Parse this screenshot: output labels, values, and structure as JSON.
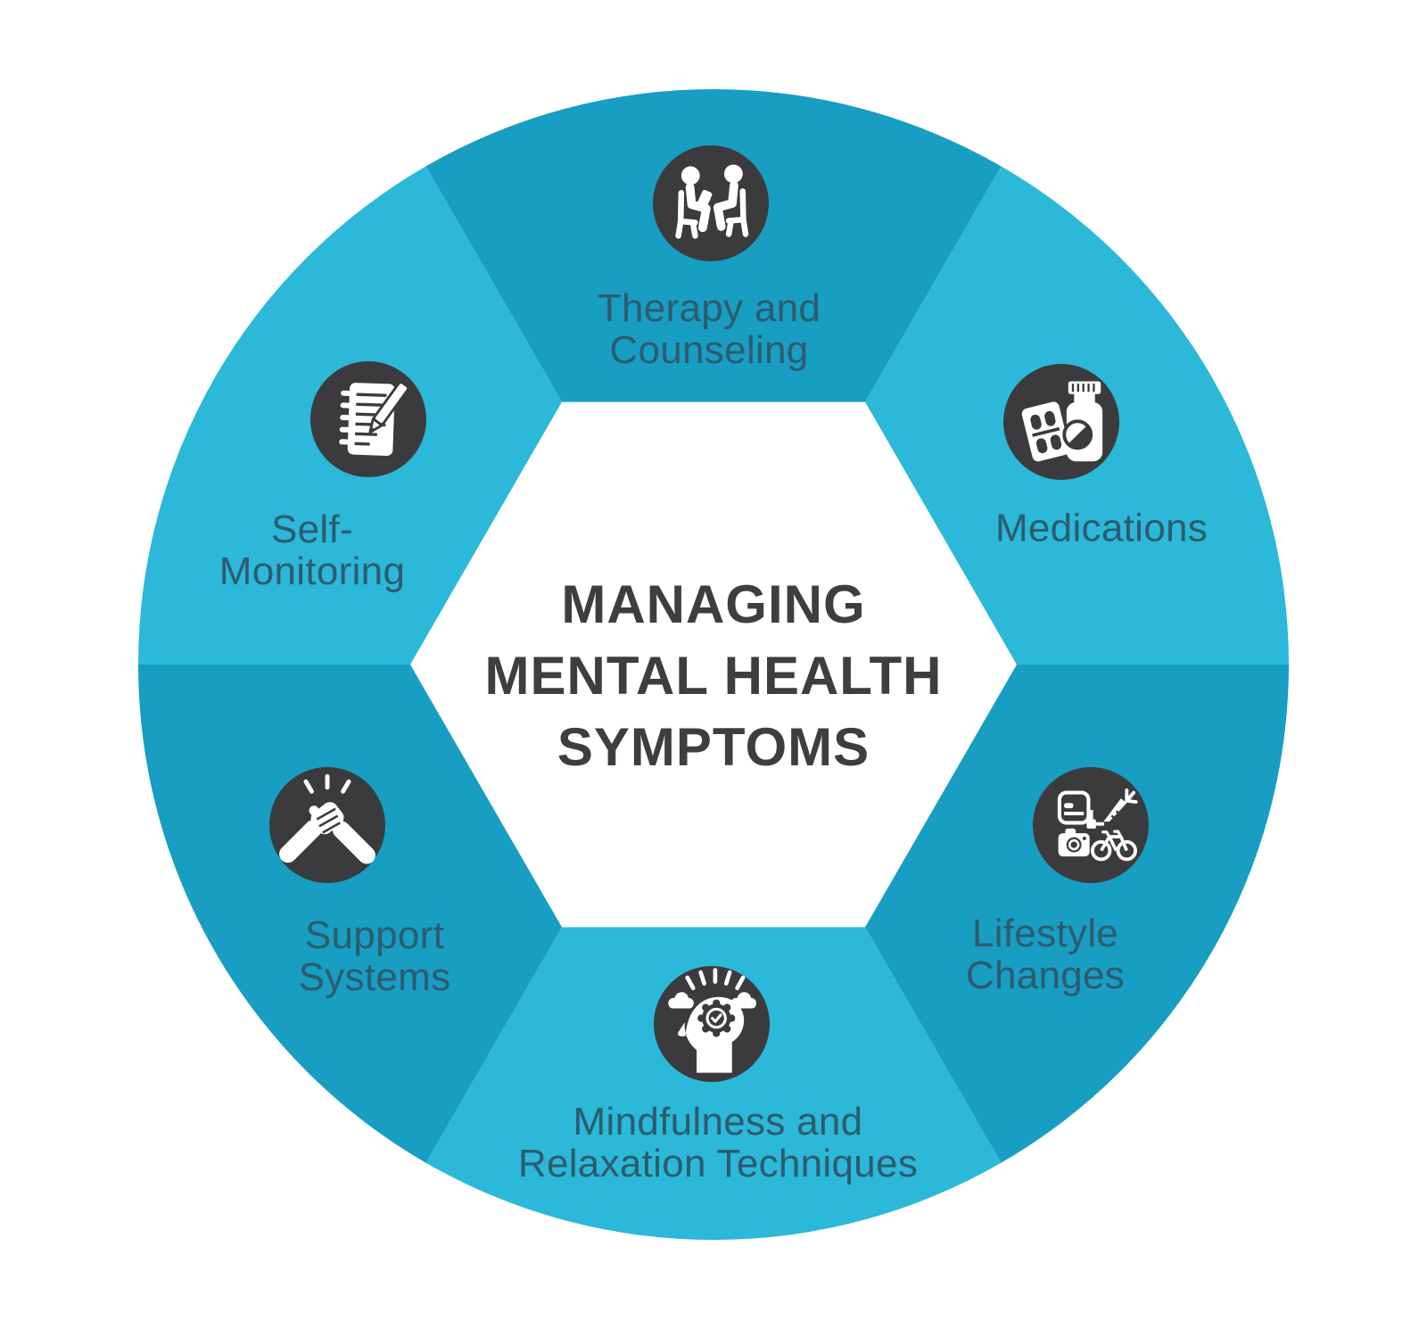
{
  "title": {
    "lines": [
      "MANAGING",
      "MENTAL HEALTH",
      "SYMPTOMS"
    ]
  },
  "colors": {
    "background": "#FFFFFF",
    "segment_dark": "#189DC3",
    "segment_light": "#2BB8D9",
    "icon_circle": "#3B3B3D",
    "icon_glyph": "#FFFFFF",
    "title_text": "#3E3E3E",
    "label_text": "#2D5C6D"
  },
  "segments": [
    {
      "id": "therapy-and-counseling",
      "position": "top",
      "shade": "dark",
      "icon": "therapy-counseling-icon",
      "label_lines": [
        "Therapy and",
        "Counseling"
      ]
    },
    {
      "id": "medications",
      "position": "top-right",
      "shade": "light",
      "icon": "medications-icon",
      "label_lines": [
        "Medications"
      ]
    },
    {
      "id": "lifestyle-changes",
      "position": "bottom-right",
      "shade": "dark",
      "icon": "lifestyle-changes-icon",
      "label_lines": [
        "Lifestyle",
        "Changes"
      ]
    },
    {
      "id": "mindfulness-and-relaxation-techniques",
      "position": "bottom",
      "shade": "light",
      "icon": "mindfulness-relaxation-icon",
      "label_lines": [
        "Mindfulness and",
        "Relaxation Techniques"
      ]
    },
    {
      "id": "support-systems",
      "position": "bottom-left",
      "shade": "dark",
      "icon": "support-systems-icon",
      "label_lines": [
        "Support",
        "Systems"
      ]
    },
    {
      "id": "self-monitoring",
      "position": "top-left",
      "shade": "light",
      "icon": "self-monitoring-icon",
      "label_lines": [
        "Self-",
        "Monitoring"
      ]
    }
  ]
}
